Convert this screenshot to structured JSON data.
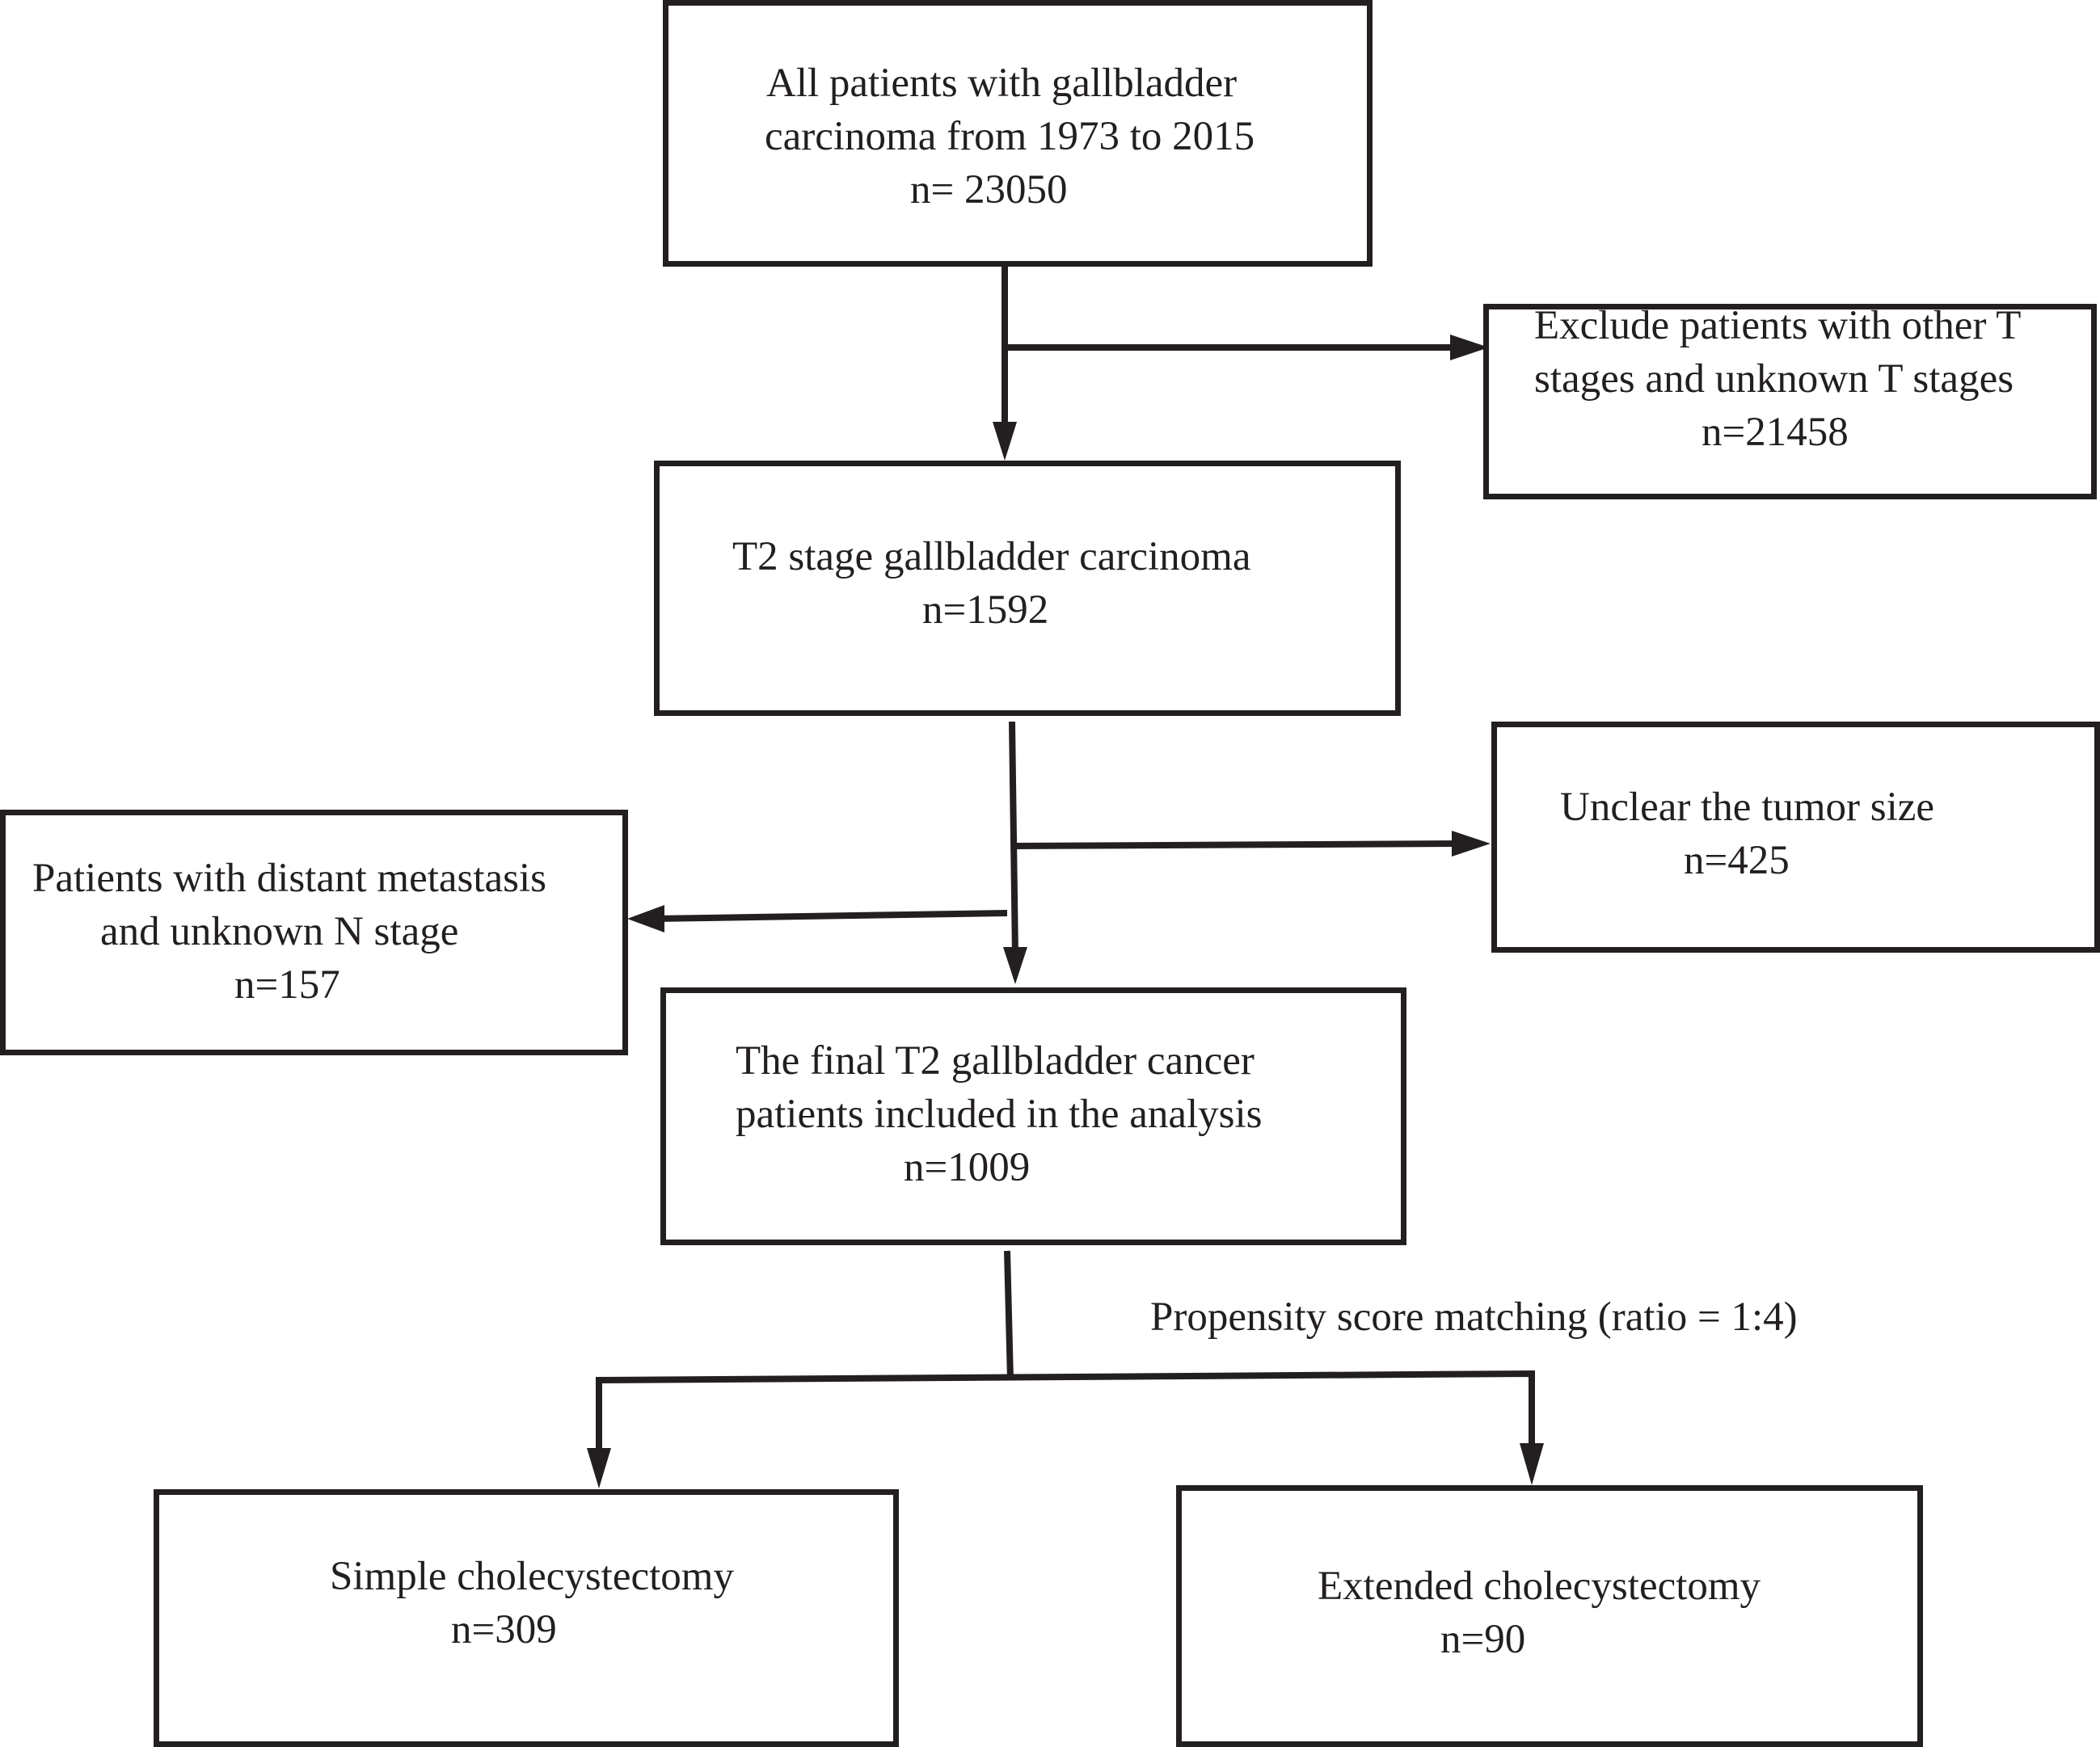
{
  "colors": {
    "ink": "#231f20",
    "background": "#ffffff"
  },
  "boxes": {
    "all_patients": {
      "line1": "All patients with  gallbladder",
      "line2": "carcinoma from 1973 to 2015",
      "count": "n= 23050"
    },
    "exclude_t_stages": {
      "line1": "Exclude patients with other T",
      "line2": "stages and unknown T stages",
      "count": "n=21458"
    },
    "t2_stage": {
      "line1": "T2 stage gallbladder carcinoma",
      "count": "n=1592"
    },
    "unclear_tumor_size": {
      "line1": "Unclear the tumor size",
      "count": "n=425"
    },
    "distant_metastasis": {
      "line1": "Patients with distant metastasis",
      "line2": "and unknown N stage",
      "count": "n=157"
    },
    "final_t2": {
      "line1": "The final T2 gallbladder cancer",
      "line2": "patients included in the analysis",
      "count": "n=1009"
    },
    "simple_cholecystectomy": {
      "line1": "Simple cholecystectomy",
      "count": "n=309"
    },
    "extended_cholecystectomy": {
      "line1": "Extended cholecystectomy",
      "count": "n=90"
    }
  },
  "psm_label": "Propensity score matching (ratio = 1:4)"
}
